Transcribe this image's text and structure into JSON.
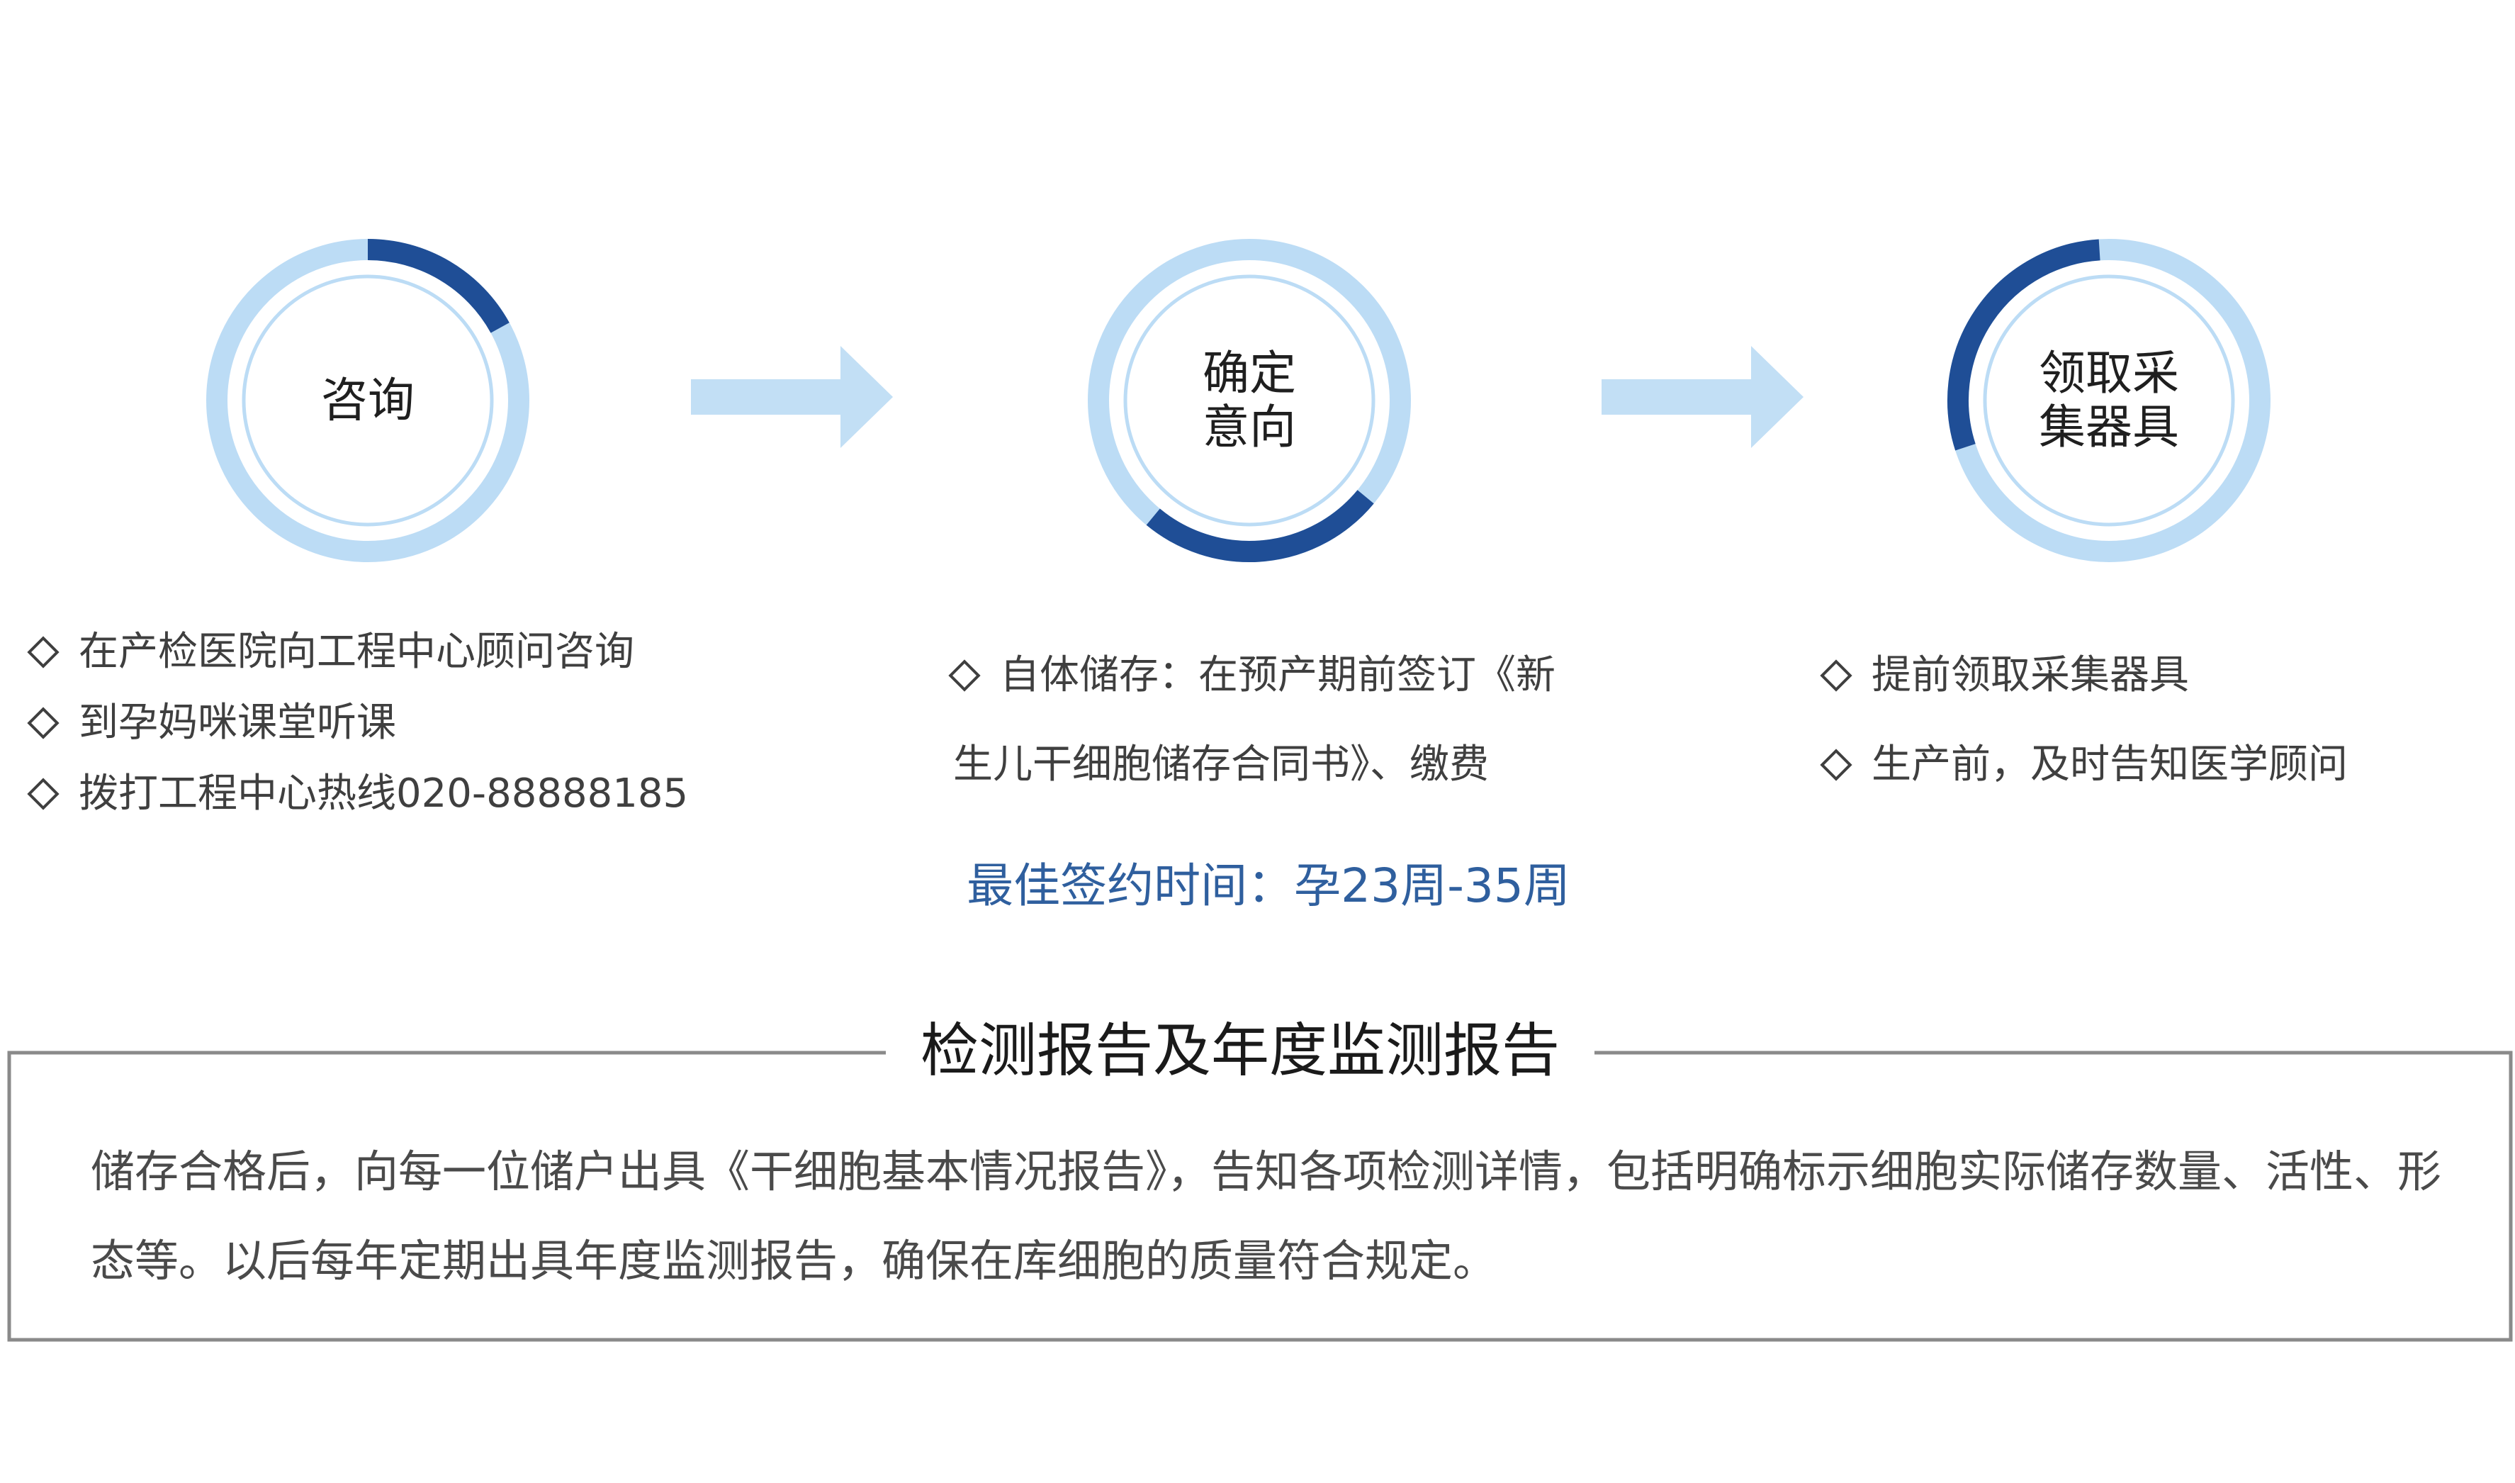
{
  "colors": {
    "ring_light": "#bcdcf5",
    "ring_dark": "#1f4e96",
    "arrow": "#c2dff5",
    "accent_text": "#2f5f9e",
    "frame": "#8a8a8a"
  },
  "steps": [
    {
      "label_lines": [
        "咨询"
      ],
      "bullets": [
        "在产检医院向工程中心顾问咨询",
        "到孕妈咪课堂听课",
        "拨打工程中心热线020-88888185"
      ],
      "progress_start": 0.0,
      "progress_end": 0.17
    },
    {
      "label_lines": [
        "确定",
        "意向"
      ],
      "bullets": [
        "自体储存：在预产期前签订《新",
        "生儿干细胞储存合同书》、缴费"
      ],
      "progress_start": 0.36,
      "progress_end": 0.61
    },
    {
      "label_lines": [
        "领取采",
        "集器具"
      ],
      "bullets": [
        "提前领取采集器具",
        "生产前，及时告知医学顾问"
      ],
      "progress_start": 0.7,
      "progress_end": 0.99
    }
  ],
  "arrow_icon": "right-arrow-icon",
  "bullet_icon": "diamond-icon",
  "best_time": "最佳签约时间：孕23周-35周",
  "report": {
    "title": "检测报告及年度监测报告",
    "body": "储存合格后，向每一位储户出具《干细胞基本情况报告》，告知各项检测详情，包括明确标示细胞实际储存数量、活性、形态等。以后每年定期出具年度监测报告，确保在库细胞的质量符合规定。"
  }
}
